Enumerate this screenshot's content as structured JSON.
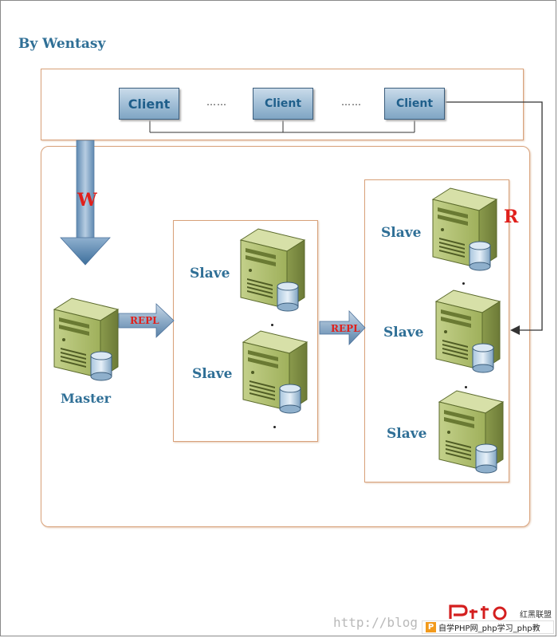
{
  "author": "By Wentasy",
  "clients": [
    {
      "label": "Client"
    },
    {
      "label": "Client"
    },
    {
      "label": "Client"
    }
  ],
  "ellipsis": [
    "……",
    "……"
  ],
  "write_label": "W",
  "read_label": "R",
  "master_label": "Master",
  "repl_labels": [
    "REPL",
    "REPL"
  ],
  "middle_slaves": [
    "Slave",
    "Slave"
  ],
  "right_slaves": [
    "Slave",
    "Slave",
    "Slave"
  ],
  "watermark": {
    "url": "http://blog",
    "cn_brand": "红黑联盟",
    "bar_icon": "P",
    "bar_text": "自学PHP网_php学习_php教"
  },
  "colors": {
    "label_blue": "#2f6f96",
    "red": "#e0201c",
    "panel_border": "#d8a17a",
    "server_green": "#a9bb6b"
  }
}
